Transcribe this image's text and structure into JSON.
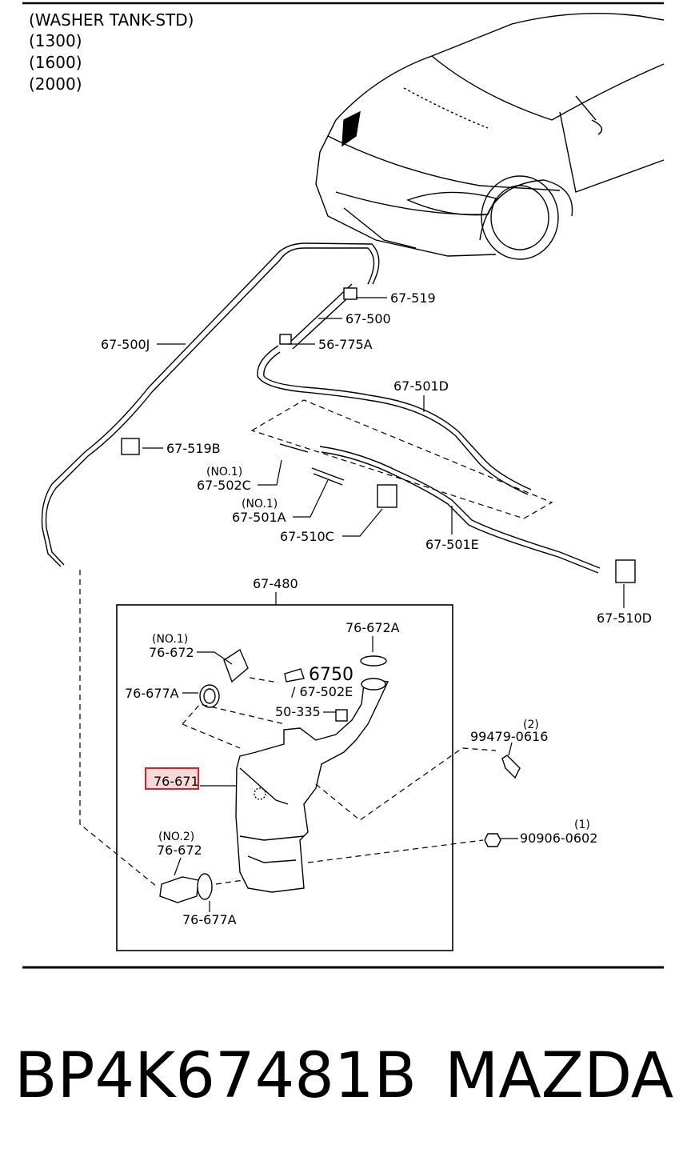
{
  "header": {
    "title": "(WASHER TANK-STD)",
    "variants": [
      "(1300)",
      "(1600)",
      "(2000)"
    ]
  },
  "labels": {
    "p67519": "67-519",
    "p67500": "67-500",
    "p67500j": "67-500J",
    "p56775a": "56-775A",
    "p67501d": "67-501D",
    "p67519b": "67-519B",
    "no1_a": "(NO.1)",
    "p67502c": "67-502C",
    "no1_b": "(NO.1)",
    "p67501a": "67-501A",
    "p67510c": "67-510C",
    "p67501e": "67-501E",
    "p67510d": "67-510D",
    "p67480": "67-480",
    "no1_c": "(NO.1)",
    "p76672_1": "76-672",
    "p76672a": "76-672A",
    "ref6750": "6750",
    "p67502e": "/ 67-502E",
    "p76677a_1": "76-677A",
    "p50335": "50-335",
    "qty2": "(2)",
    "p994790616": "99479-0616",
    "p76671": "76-671",
    "qty1": "(1)",
    "p909060602": "90906-0602",
    "no2": "(NO.2)",
    "p76672_2": "76-672",
    "p76677a_2": "76-677A"
  },
  "highlighted_part": "76-671",
  "colors": {
    "highlight": "#e02020",
    "highlight_fill": "#f7d9d9"
  },
  "footer": {
    "part_number": "BP4K67481B",
    "brand": "MAZDA"
  }
}
